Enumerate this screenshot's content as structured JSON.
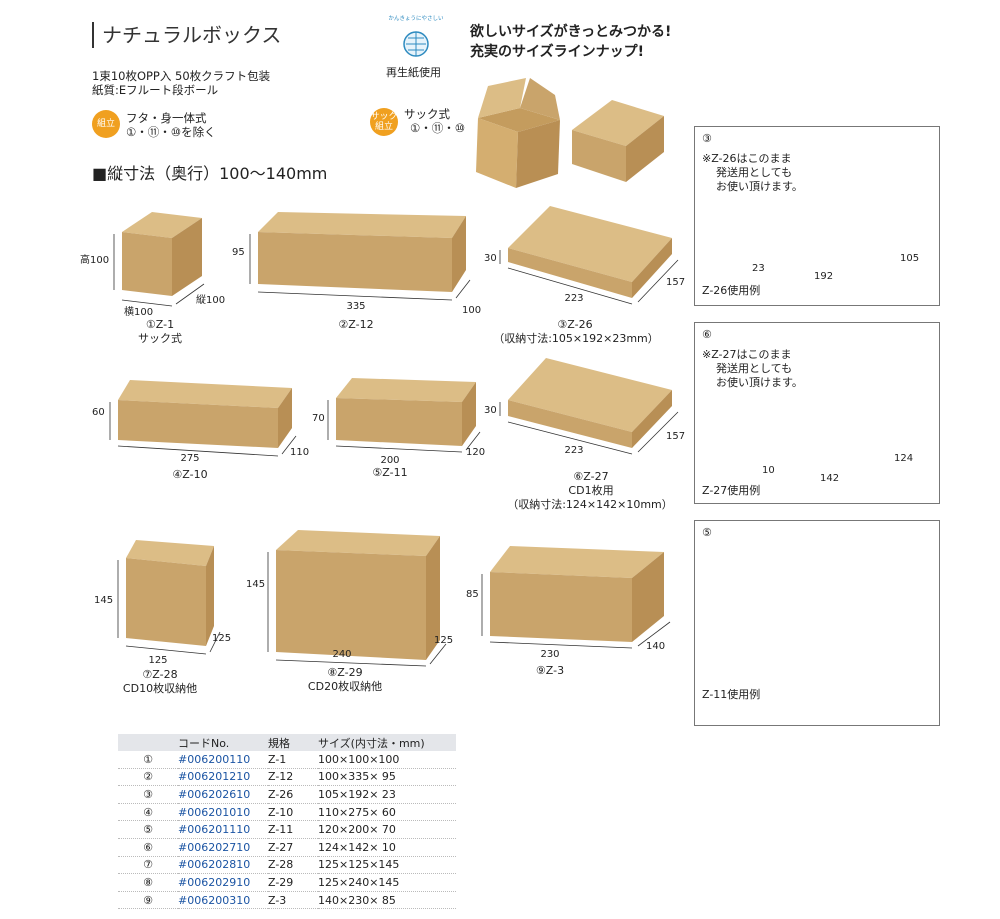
{
  "header": {
    "title": "ナチュラルボックス",
    "packing": "1束10枚OPP入 50枚クラフト包装",
    "material": "紙質:Eフルート段ボール",
    "assembly_badge": "組立",
    "assembly_text": "フタ・身一体式",
    "assembly_note": "①・⑪・⑩を除く",
    "eco_label_arc": "かんきょうにやさしい",
    "eco_text": "再生紙使用",
    "sack_badge": "サック組立",
    "sack_text": "サック式",
    "sack_note": "①・⑪・⑩",
    "headline1": "欲しいサイズがきっとみつかる!",
    "headline2": "充実のサイズラインナップ!",
    "section": "■縦寸法（奥行）100〜140mm"
  },
  "boxes": {
    "z1": {
      "height": "高100",
      "width": "横100",
      "depth": "縦100",
      "name": "①Z-1",
      "sub": "サック式"
    },
    "z12": {
      "height": "95",
      "width": "335",
      "depth": "100",
      "name": "②Z-12"
    },
    "z26": {
      "height": "30",
      "width": "223",
      "depth": "157",
      "name": "③Z-26",
      "sub": "（収納寸法:105×192×23mm）"
    },
    "z10": {
      "height": "60",
      "width": "275",
      "depth": "110",
      "name": "④Z-10"
    },
    "z11": {
      "height": "70",
      "width": "200",
      "depth": "120",
      "name": "⑤Z-11"
    },
    "z27": {
      "height": "30",
      "width": "223",
      "depth": "157",
      "name": "⑥Z-27",
      "sub": "CD1枚用",
      "sub2": "（収納寸法:124×142×10mm）"
    },
    "z28": {
      "height": "145",
      "width": "125",
      "depth": "125",
      "name": "⑦Z-28",
      "sub": "CD10枚収納他"
    },
    "z29": {
      "height": "145",
      "width": "240",
      "depth": "125",
      "name": "⑧Z-29",
      "sub": "CD20枚収納他"
    },
    "z3": {
      "height": "85",
      "width": "230",
      "depth": "140",
      "name": "⑨Z-3"
    }
  },
  "panels": {
    "p1": {
      "num": "③",
      "note1": "※Z-26はこのまま",
      "note2": "発送用としても",
      "note3": "お使い頂けます。",
      "h": "23",
      "w": "192",
      "d": "105",
      "caption": "Z-26使用例"
    },
    "p2": {
      "num": "⑥",
      "note1": "※Z-27はこのまま",
      "note2": "発送用としても",
      "note3": "お使い頂けます。",
      "h": "10",
      "w": "142",
      "d": "124",
      "caption": "Z-27使用例"
    },
    "p3": {
      "num": "⑤",
      "caption": "Z-11使用例"
    }
  },
  "table": {
    "headers": [
      "",
      "コードNo.",
      "規格",
      "サイズ(内寸法・mm)"
    ],
    "rows": [
      [
        "①",
        "#006200110",
        "Z-1",
        "100×100×100"
      ],
      [
        "②",
        "#006201210",
        "Z-12",
        "100×335× 95"
      ],
      [
        "③",
        "#006202610",
        "Z-26",
        "105×192× 23"
      ],
      [
        "④",
        "#006201010",
        "Z-10",
        "110×275× 60"
      ],
      [
        "⑤",
        "#006201110",
        "Z-11",
        "120×200× 70"
      ],
      [
        "⑥",
        "#006202710",
        "Z-27",
        "124×142× 10"
      ],
      [
        "⑦",
        "#006202810",
        "Z-28",
        "125×125×145"
      ],
      [
        "⑧",
        "#006202910",
        "Z-29",
        "125×240×145"
      ],
      [
        "⑨",
        "#006200310",
        "Z-3",
        "140×230× 85"
      ]
    ]
  },
  "colors": {
    "kraft_front": "#c9a46b",
    "kraft_top": "#dcbd86",
    "kraft_side": "#b88f55",
    "badge_orange": "#f0a020",
    "code_blue": "#1b54a3"
  }
}
